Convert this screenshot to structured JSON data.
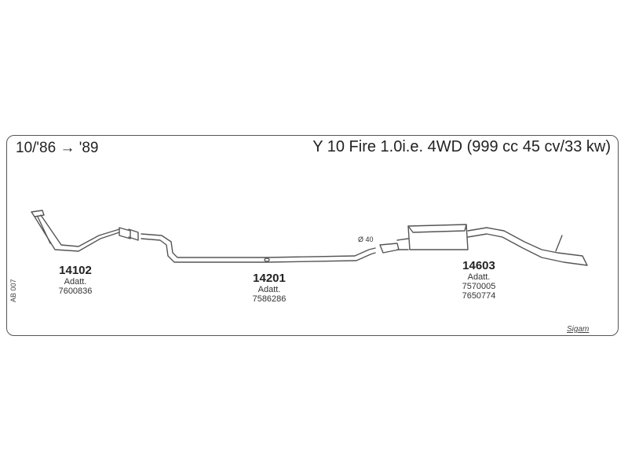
{
  "header": {
    "date_range": "10/'86 → '89",
    "model_title": "Y 10 Fire 1.0i.e. 4WD (999 cc 45 cv/33 kw)"
  },
  "parts": [
    {
      "number": "14102",
      "label": "Adatt.",
      "codes": [
        "7600836"
      ]
    },
    {
      "number": "14201",
      "label": "Adatt.",
      "codes": [
        "7586286"
      ]
    },
    {
      "number": "14603",
      "label": "Adatt.",
      "codes": [
        "7570005",
        "7650774"
      ]
    }
  ],
  "annotations": {
    "diameter": "Ø 40",
    "ref_code": "AB 007",
    "brand": "Sigam"
  }
}
